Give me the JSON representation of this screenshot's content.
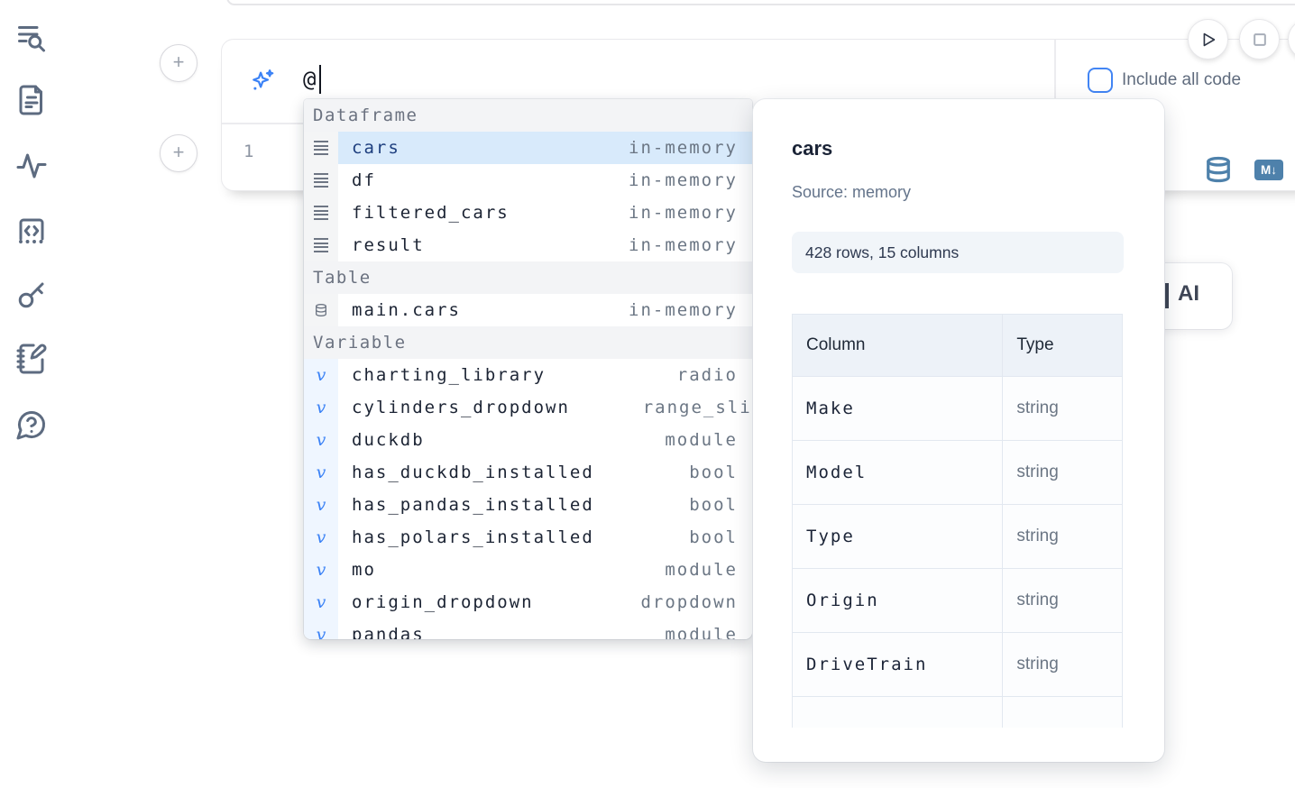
{
  "sidebar": {
    "icons": [
      "list-search-icon",
      "document-icon",
      "activity-icon",
      "snippets-icon",
      "key-icon",
      "scratchpad-icon",
      "help-icon"
    ]
  },
  "cell": {
    "prompt_value": "@",
    "line_number": "1"
  },
  "run_controls": {
    "play_icon": "play-icon",
    "stop_icon": "stop-icon"
  },
  "include_all_code": {
    "label": "Include all code",
    "checked": false
  },
  "output_icons": {
    "database_icon": "database-icon",
    "markdown_badge": "M↓"
  },
  "autocomplete": {
    "sections": [
      {
        "label": "Dataframe",
        "kind": "dataframe",
        "items": [
          {
            "name": "cars",
            "type": "in-memory",
            "selected": true
          },
          {
            "name": "df",
            "type": "in-memory"
          },
          {
            "name": "filtered_cars",
            "type": "in-memory"
          },
          {
            "name": "result",
            "type": "in-memory"
          }
        ]
      },
      {
        "label": "Table",
        "kind": "table",
        "items": [
          {
            "name": "main.cars",
            "type": "in-memory"
          }
        ]
      },
      {
        "label": "Variable",
        "kind": "variable",
        "items": [
          {
            "name": "charting_library",
            "type": "radio"
          },
          {
            "name": "cylinders_dropdown",
            "type": "range_slider",
            "display_truncated": true
          },
          {
            "name": "duckdb",
            "type": "module"
          },
          {
            "name": "has_duckdb_installed",
            "type": "bool"
          },
          {
            "name": "has_pandas_installed",
            "type": "bool"
          },
          {
            "name": "has_polars_installed",
            "type": "bool"
          },
          {
            "name": "mo",
            "type": "module"
          },
          {
            "name": "origin_dropdown",
            "type": "dropdown"
          },
          {
            "name": "pandas",
            "type": "module",
            "display_clipped": true
          }
        ]
      }
    ]
  },
  "preview": {
    "title": "cars",
    "source": "Source: memory",
    "shape_badge": "428 rows, 15 columns",
    "table": {
      "headers": [
        "Column",
        "Type"
      ],
      "rows": [
        [
          "Make",
          "string"
        ],
        [
          "Model",
          "string"
        ],
        [
          "Type",
          "string"
        ],
        [
          "Origin",
          "string"
        ],
        [
          "DriveTrain",
          "string"
        ]
      ]
    }
  },
  "ai_button": {
    "label": "AI"
  },
  "colors": {
    "accent_blue": "#3b82f6",
    "selected_row": "#d8eafb",
    "steel_blue": "#4e81ab",
    "section_header_bg": "#f3f4f6",
    "badge_bg": "#f1f5f9",
    "table_header_bg": "#edf2f8",
    "border": "#e2e8f0"
  }
}
